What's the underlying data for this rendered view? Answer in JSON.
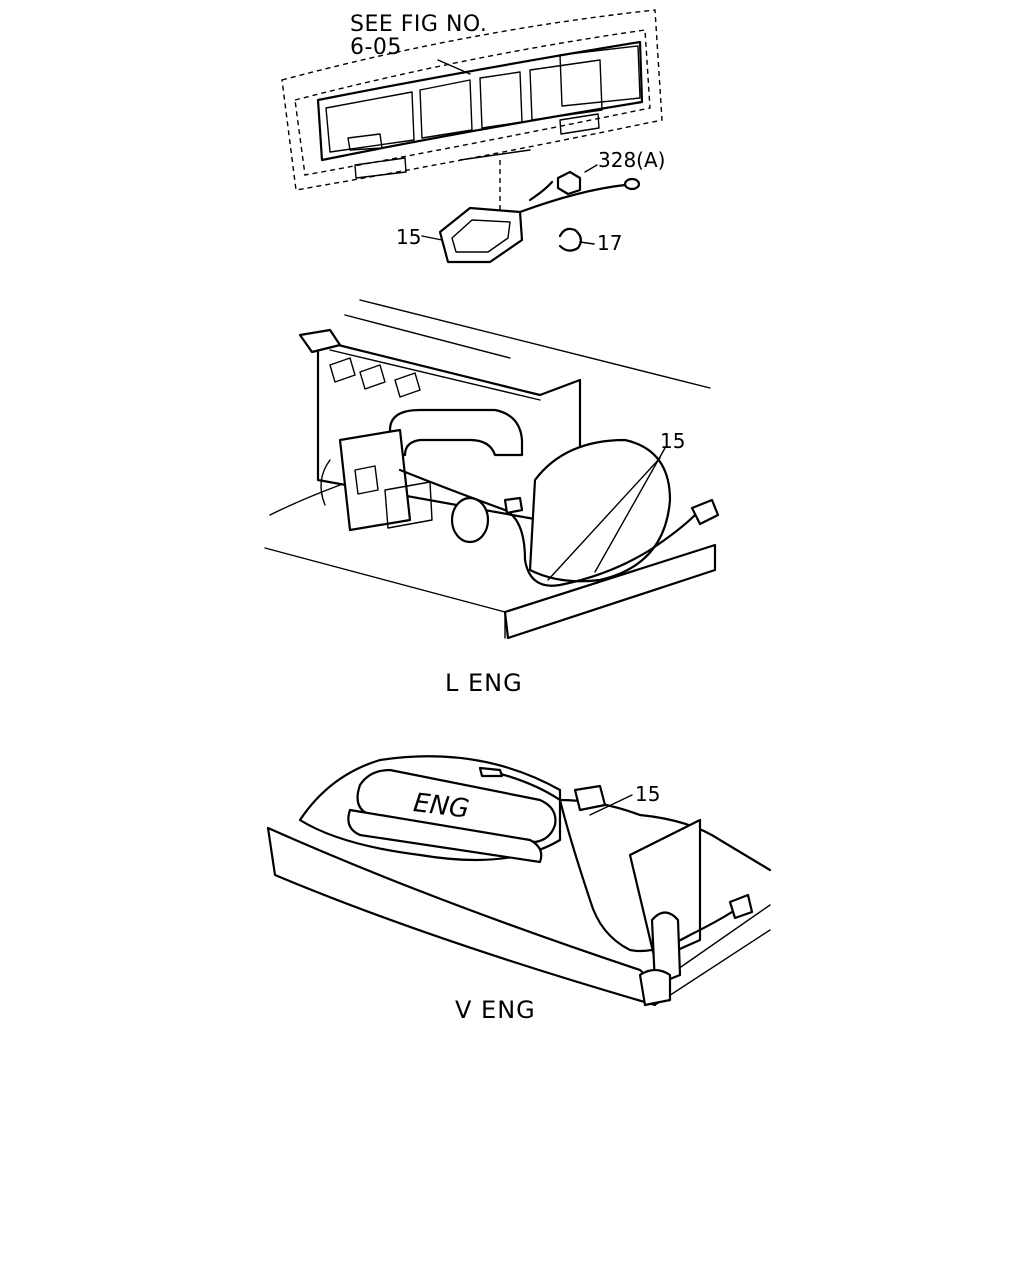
{
  "labels": {
    "see_fig": "SEE FIG NO.",
    "fig_no": "6-05",
    "part_328": "328(A)",
    "part_15_top": "15",
    "part_17": "17",
    "part_15_l": "15",
    "caption_l": "L ENG",
    "eng_plate": "ENG",
    "part_15_v": "15",
    "caption_v": "V ENG"
  }
}
